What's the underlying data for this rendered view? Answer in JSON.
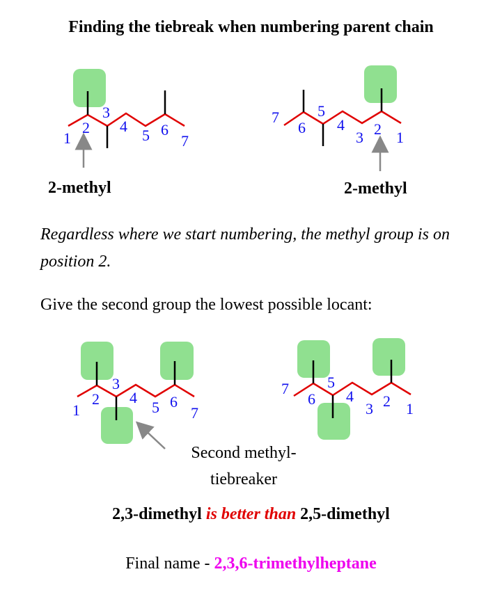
{
  "title": "Finding the tiebreak when numbering parent chain",
  "top": {
    "left_label": "2-methyl",
    "right_label": "2-methyl",
    "left_numbers": [
      "1",
      "2",
      "3",
      "4",
      "5",
      "6",
      "7"
    ],
    "right_numbers": [
      "7",
      "6",
      "5",
      "4",
      "3",
      "2",
      "1"
    ]
  },
  "note": "Regardless where we start numbering, the methyl group is on position 2.",
  "instruction": "Give the second group the lowest possible locant:",
  "bottom": {
    "left_numbers": [
      "1",
      "2",
      "3",
      "4",
      "5",
      "6",
      "7"
    ],
    "right_numbers": [
      "7",
      "6",
      "5",
      "4",
      "3",
      "2",
      "1"
    ],
    "tiebreaker_label_line1": "Second methyl-",
    "tiebreaker_label_line2": "tiebreaker"
  },
  "comparison": {
    "better": "2,3-dimethyl",
    "connector": "is better than",
    "worse": "2,5-dimethyl"
  },
  "final": {
    "prefix": "Final name -",
    "name": "2,3,6-trimethylheptane"
  },
  "colors": {
    "chain": "#e00000",
    "branch": "#000000",
    "highlight": "#90e090",
    "locant": "#1010ee",
    "arrow": "#888888",
    "comparison_connector": "#e00000",
    "final_name": "#ee00ee"
  }
}
